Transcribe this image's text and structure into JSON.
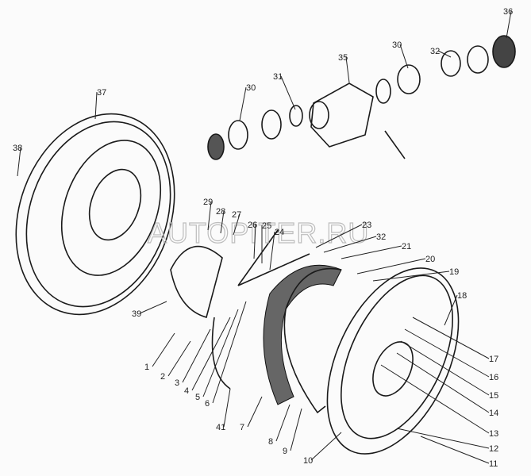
{
  "diagram": {
    "title": "Brake drum assembly exploded view",
    "watermark": "AUTOPITER.RU",
    "callouts": [
      "36",
      "32",
      "30",
      "35",
      "31",
      "30",
      "37",
      "38",
      "29",
      "28",
      "27",
      "26",
      "25",
      "24",
      "23",
      "32",
      "21",
      "20",
      "19",
      "18",
      "39",
      "1",
      "2",
      "3",
      "4",
      "5",
      "6",
      "17",
      "16",
      "15",
      "14",
      "13",
      "12",
      "11",
      "41",
      "7",
      "8",
      "9",
      "10"
    ]
  }
}
